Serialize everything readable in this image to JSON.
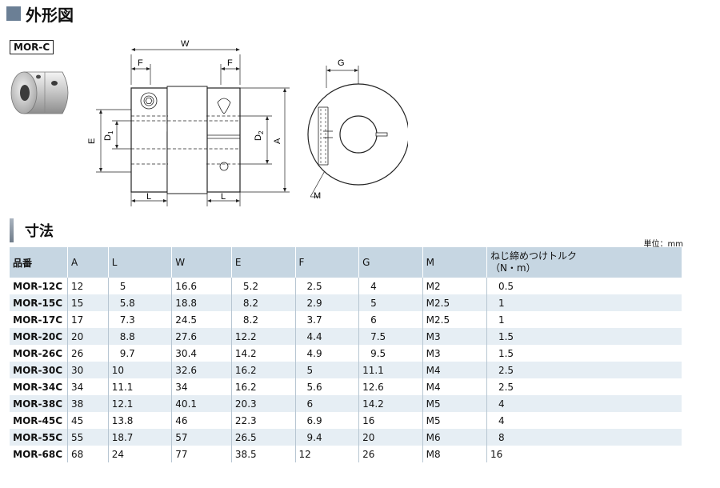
{
  "outline_title": "外形図",
  "model_tag": "MOR-C",
  "drawing_labels": {
    "W": "W",
    "F": "F",
    "G": "G",
    "E": "E",
    "D1": "D",
    "D1_sub": "1",
    "D2": "D",
    "D2_sub": "2",
    "A": "A",
    "L": "L",
    "M": "M"
  },
  "dims_title": "寸法",
  "unit_note": "単位：mm",
  "headers": [
    "品番",
    "A",
    "L",
    "W",
    "E",
    "F",
    "G",
    "M",
    "ねじ締めつけトルク\n（N・m）"
  ],
  "rows": [
    [
      "MOR-12C",
      "12",
      "5",
      "16.6",
      "5.2",
      "2.5",
      "4",
      "M2",
      "0.5"
    ],
    [
      "MOR-15C",
      "15",
      "5.8",
      "18.8",
      "8.2",
      "2.9",
      "5",
      "M2.5",
      "1"
    ],
    [
      "MOR-17C",
      "17",
      "7.3",
      "24.5",
      "8.2",
      "3.7",
      "6",
      "M2.5",
      "1"
    ],
    [
      "MOR-20C",
      "20",
      "8.8",
      "27.6",
      "12.2",
      "4.4",
      "7.5",
      "M3",
      "1.5"
    ],
    [
      "MOR-26C",
      "26",
      "9.7",
      "30.4",
      "14.2",
      "4.9",
      "9.5",
      "M3",
      "1.5"
    ],
    [
      "MOR-30C",
      "30",
      "10",
      "32.6",
      "16.2",
      "5",
      "11.1",
      "M4",
      "2.5"
    ],
    [
      "MOR-34C",
      "34",
      "11.1",
      "34",
      "16.2",
      "5.6",
      "12.6",
      "M4",
      "2.5"
    ],
    [
      "MOR-38C",
      "38",
      "12.1",
      "40.1",
      "20.3",
      "6",
      "14.2",
      "M5",
      "4"
    ],
    [
      "MOR-45C",
      "45",
      "13.8",
      "46",
      "22.3",
      "6.9",
      "16",
      "M5",
      "4"
    ],
    [
      "MOR-55C",
      "55",
      "18.7",
      "57",
      "26.5",
      "9.4",
      "20",
      "M6",
      "8"
    ],
    [
      "MOR-68C",
      "68",
      "24",
      "77",
      "38.5",
      "12",
      "26",
      "M8",
      "16"
    ]
  ]
}
